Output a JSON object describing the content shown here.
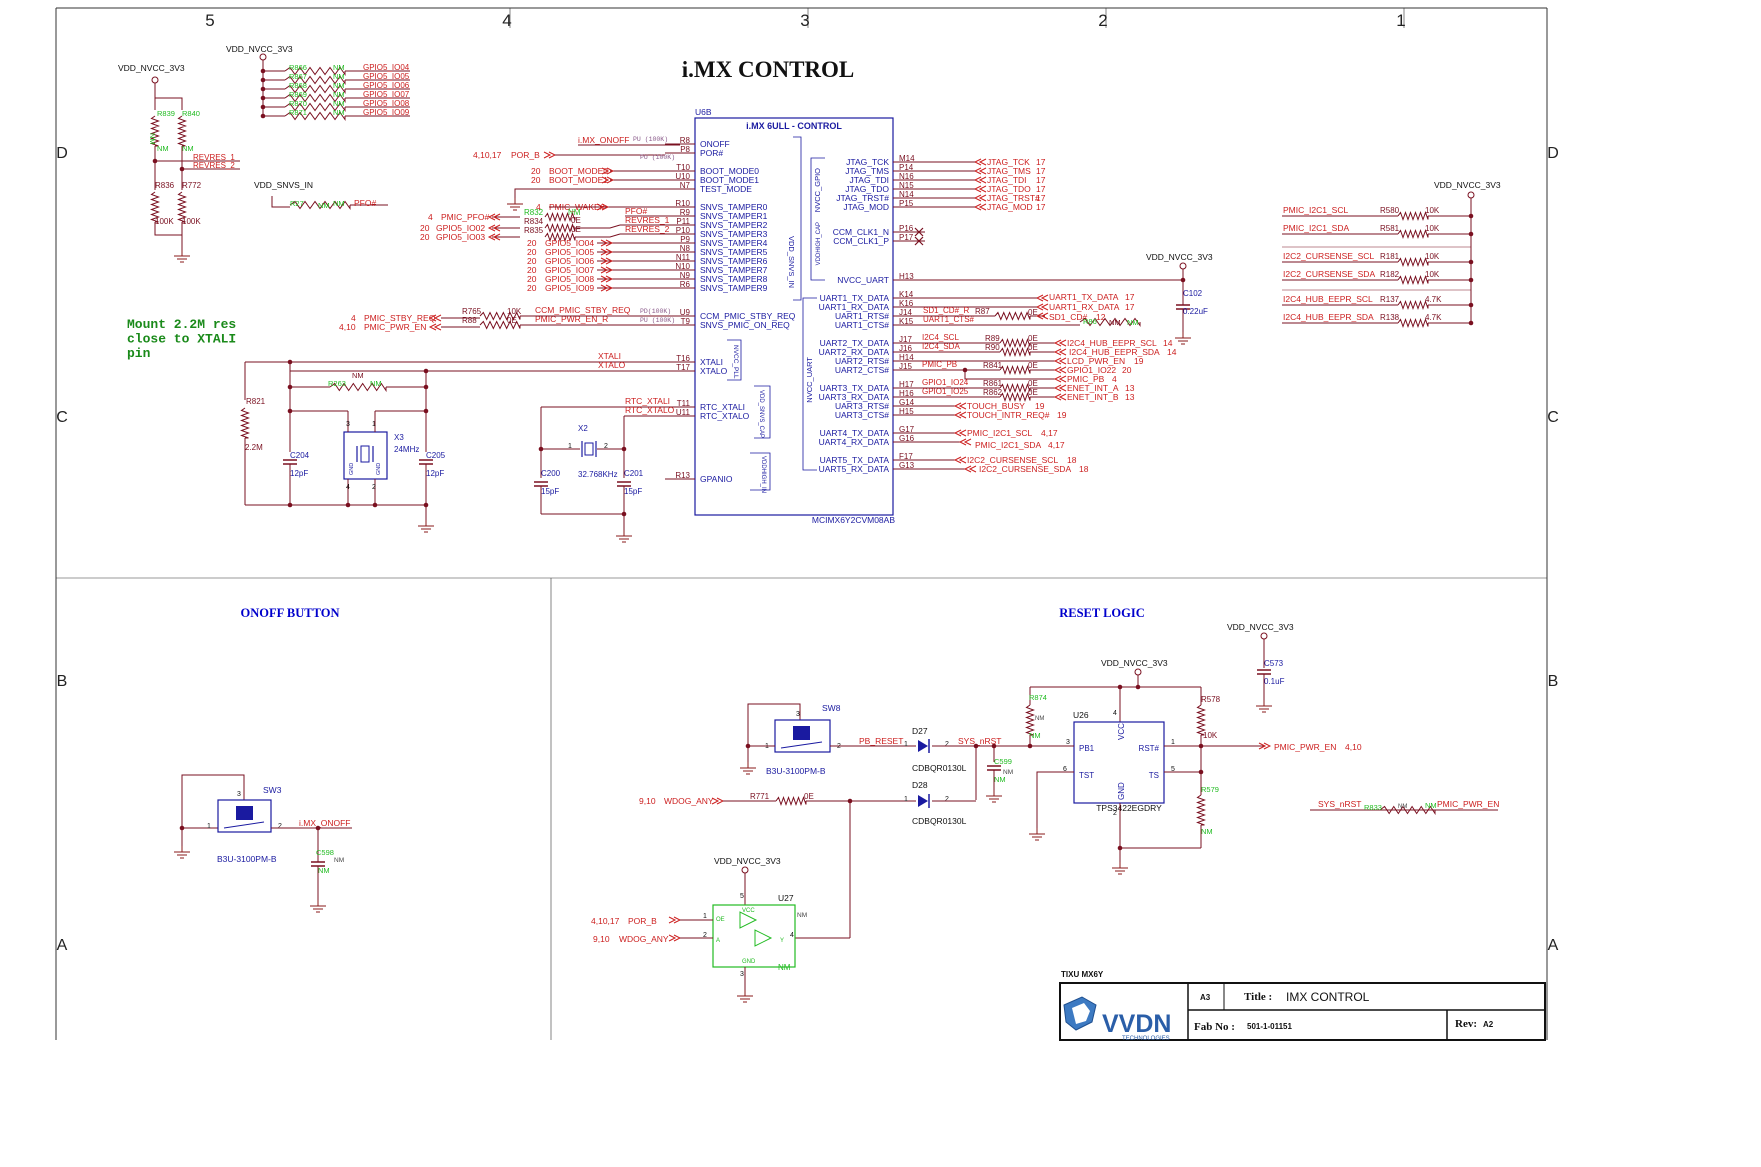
{
  "colors": {
    "wire": "#7a1020",
    "net": "#cc1f1f",
    "comp": "#1a1aa0",
    "nm": "#22bb22",
    "gnd": "#8a1a1a",
    "blue": "#0000cc",
    "green": "#1a8a1a",
    "frame": "#333333"
  },
  "frame": {
    "cols": [
      "5",
      "4",
      "3",
      "2",
      "1"
    ],
    "rows": [
      "D",
      "C",
      "B",
      "A"
    ]
  },
  "title": "i.MX CONTROL",
  "ic": {
    "ref": "U6B",
    "name": "i.MX 6ULL - CONTROL",
    "part": "MCIMX6Y2CVM08AB",
    "left_pins": [
      {
        "num": "R8",
        "name": "ONOFF"
      },
      {
        "num": "P8",
        "name": "POR#"
      },
      {
        "num": "T10",
        "name": "BOOT_MODE0"
      },
      {
        "num": "U10",
        "name": "BOOT_MODE1"
      },
      {
        "num": "N7",
        "name": "TEST_MODE"
      },
      {
        "num": "R10",
        "name": "SNVS_TAMPER0"
      },
      {
        "num": "R9",
        "name": "SNVS_TAMPER1"
      },
      {
        "num": "P11",
        "name": "SNVS_TAMPER2"
      },
      {
        "num": "P10",
        "name": "SNVS_TAMPER3"
      },
      {
        "num": "P9",
        "name": "SNVS_TAMPER4"
      },
      {
        "num": "N8",
        "name": "SNVS_TAMPER5"
      },
      {
        "num": "N11",
        "name": "SNVS_TAMPER6"
      },
      {
        "num": "N10",
        "name": "SNVS_TAMPER7"
      },
      {
        "num": "N9",
        "name": "SNVS_TAMPER8"
      },
      {
        "num": "R6",
        "name": "SNVS_TAMPER9"
      },
      {
        "num": "U9",
        "name": "CCM_PMIC_STBY_REQ"
      },
      {
        "num": "T9",
        "name": "SNVS_PMIC_ON_REQ"
      },
      {
        "num": "T16",
        "name": "XTALI"
      },
      {
        "num": "T17",
        "name": "XTALO"
      },
      {
        "num": "T11",
        "name": "RTC_XTALI"
      },
      {
        "num": "U11",
        "name": "RTC_XTALO"
      },
      {
        "num": "R13",
        "name": "GPANIO"
      }
    ],
    "right_pins": [
      {
        "num": "M14",
        "name": "JTAG_TCK"
      },
      {
        "num": "P14",
        "name": "JTAG_TMS"
      },
      {
        "num": "N16",
        "name": "JTAG_TDI"
      },
      {
        "num": "N15",
        "name": "JTAG_TDO"
      },
      {
        "num": "N14",
        "name": "JTAG_TRST#"
      },
      {
        "num": "P15",
        "name": "JTAG_MOD"
      },
      {
        "num": "P16",
        "name": "CCM_CLK1_N"
      },
      {
        "num": "P17",
        "name": "CCM_CLK1_P"
      },
      {
        "num": "H13",
        "name": "NVCC_UART"
      },
      {
        "num": "K14",
        "name": "UART1_TX_DATA"
      },
      {
        "num": "K16",
        "name": "UART1_RX_DATA"
      },
      {
        "num": "J14",
        "name": "UART1_RTS#"
      },
      {
        "num": "K15",
        "name": "UART1_CTS#"
      },
      {
        "num": "J17",
        "name": "UART2_TX_DATA"
      },
      {
        "num": "J16",
        "name": "UART2_RX_DATA"
      },
      {
        "num": "H14",
        "name": "UART2_RTS#"
      },
      {
        "num": "J15",
        "name": "UART2_CTS#"
      },
      {
        "num": "H17",
        "name": "UART3_TX_DATA"
      },
      {
        "num": "H16",
        "name": "UART3_RX_DATA"
      },
      {
        "num": "G14",
        "name": "UART3_RTS#"
      },
      {
        "num": "H15",
        "name": "UART3_CTS#"
      },
      {
        "num": "G17",
        "name": "UART4_TX_DATA"
      },
      {
        "num": "G16",
        "name": "UART4_RX_DATA"
      },
      {
        "num": "F17",
        "name": "UART5_TX_DATA"
      },
      {
        "num": "G13",
        "name": "UART5_RX_DATA"
      }
    ],
    "inner": [
      "VDD_SNVS_IN",
      "NVCC_GPIO",
      "VDDHIGH_CAP",
      "NVCC_PLL",
      "VDD_SNVS_CAP",
      "VDDHIGH_IN",
      "NVCC_UART"
    ]
  },
  "left_nets": [
    {
      "text": "i.MX_ONOFF",
      "extra": "PU (100K)"
    },
    {
      "text": "POR_B",
      "page": "4,10,17",
      "extra": "PU (100K)"
    },
    {
      "text": "BOOT_MODE0",
      "page": "20"
    },
    {
      "text": "BOOT_MODE1",
      "page": "20"
    },
    {
      "text": "PMIC_WAKE#",
      "page": "4"
    },
    {
      "text": "PFO#"
    },
    {
      "text": "REVRES_1"
    },
    {
      "text": "REVRES_2"
    },
    {
      "text": "GPIO5_IO04",
      "page": "20"
    },
    {
      "text": "GPIO5_IO05",
      "page": "20"
    },
    {
      "text": "GPIO5_IO06",
      "page": "20"
    },
    {
      "text": "GPIO5_IO07",
      "page": "20"
    },
    {
      "text": "GPIO5_IO08",
      "page": "20"
    },
    {
      "text": "GPIO5_IO09",
      "page": "20"
    },
    {
      "text": "CCM_PMIC_STBY_REQ",
      "extra": "PD(100K)"
    },
    {
      "text": "PMIC_PWR_EN_R",
      "extra": "PU (100K)"
    },
    {
      "text": "XTALI"
    },
    {
      "text": "XTALO"
    },
    {
      "text": "RTC_XTALI"
    },
    {
      "text": "RTC_XTALO"
    }
  ],
  "pfo": [
    {
      "page": "4",
      "text": "PMIC_PFO#"
    },
    {
      "page": "20",
      "text": "GPIO5_IO02"
    },
    {
      "page": "20",
      "text": "GPIO5_IO03"
    }
  ],
  "stby": [
    {
      "page": "4",
      "text": "PMIC_STBY_REQ"
    },
    {
      "page": "4,10",
      "text": "PMIC_PWR_EN"
    }
  ],
  "gpio_res": {
    "refs": [
      "R866",
      "R867",
      "R868",
      "R869",
      "R870",
      "R871"
    ],
    "nets": [
      "GPIO5_IO04",
      "GPIO5_IO05",
      "GPIO5_IO06",
      "GPIO5_IO07",
      "GPIO5_IO08",
      "GPIO5_IO09"
    ],
    "val": "NM"
  },
  "right_nets": [
    {
      "text": "JTAG_TCK",
      "page": "17"
    },
    {
      "text": "JTAG_TMS",
      "page": "17"
    },
    {
      "text": "JTAG_TDI",
      "page": "17"
    },
    {
      "text": "JTAG_TDO",
      "page": "17"
    },
    {
      "text": "JTAG_TRST#",
      "page": "17"
    },
    {
      "text": "JTAG_MOD",
      "page": "17"
    },
    {
      "text": "UART1_TX_DATA",
      "page": "17"
    },
    {
      "text": "UART1_RX_DATA",
      "page": "17"
    },
    {
      "text": "SD1_CD#",
      "page": "12"
    },
    {
      "text": "I2C4_HUB_EEPR_SCL",
      "page": "14"
    },
    {
      "text": "I2C4_HUB_EEPR_SDA",
      "page": "14"
    },
    {
      "text": "LCD_PWR_EN",
      "page": "19"
    },
    {
      "text": "GPIO1_IO22",
      "page": "20"
    },
    {
      "text": "PMIC_PB",
      "page": "4"
    },
    {
      "text": "ENET_INT_A",
      "page": "13"
    },
    {
      "text": "ENET_INT_B",
      "page": "13"
    },
    {
      "text": "TOUCH_BUSY",
      "page": "19"
    },
    {
      "text": "TOUCH_INTR_REQ#",
      "page": "19"
    },
    {
      "text": "PMIC_I2C1_SCL",
      "page": "4,17"
    },
    {
      "text": "PMIC_I2C1_SDA",
      "page": "4,17"
    },
    {
      "text": "I2C2_CURSENSE_SCL",
      "page": "18"
    },
    {
      "text": "I2C2_CURSENSE_SDA",
      "page": "18"
    }
  ],
  "right_mid": {
    "sd1_r": "SD1_CD#_R",
    "uart1_cts": "UART1_CTS#",
    "i2c4_scl": "I2C4_SCL",
    "i2c4_sda": "I2C4_SDA",
    "pmic_pb": "PMIC_PB",
    "gpio24": "GPIO1_IO24",
    "gpio25": "GPIO1_IO25",
    "r87": "R87",
    "r89": "R89",
    "r90": "R90",
    "r841": "R841",
    "r861": "R861",
    "r862": "R862",
    "r86": "R86",
    "val0": "0E",
    "nm": "NM"
  },
  "i2c_pull": {
    "rail": "VDD_NVCC_3V3",
    "rows": [
      {
        "net": "PMIC_I2C1_SCL",
        "ref": "R580",
        "val": "10K"
      },
      {
        "net": "PMIC_I2C1_SDA",
        "ref": "R581",
        "val": "10K"
      },
      {
        "net": "I2C2_CURSENSE_SCL",
        "ref": "R181",
        "val": "10K"
      },
      {
        "net": "I2C2_CURSENSE_SDA",
        "ref": "R182",
        "val": "10K"
      },
      {
        "net": "I2C4_HUB_EEPR_SCL",
        "ref": "R137",
        "val": "4.7K"
      },
      {
        "net": "I2C4_HUB_EEPR_SDA",
        "ref": "R138",
        "val": "4.7K"
      }
    ]
  },
  "c102": {
    "rail": "VDD_NVCC_3V3",
    "ref": "C102",
    "val": "0.22uF"
  },
  "rev": {
    "rail": "VDD_NVCC_3V3",
    "r839": "R839",
    "r840": "R840",
    "nm": "NM",
    "r836": "R836",
    "r772": "R772",
    "val": "100K",
    "n1": "REVRES_1",
    "n2": "REVRES_2"
  },
  "snvs": {
    "rail": "VDD_SNVS_IN",
    "ref": "R27",
    "nm": "NM",
    "net": "PFO#"
  },
  "misc": {
    "r765": "R765",
    "r765v": "10K",
    "r88": "R88",
    "r88v": "0E",
    "r834": "R834",
    "r835": "R835",
    "r833": "R833",
    "val0": "0E",
    "nm": "NM"
  },
  "gpio_rail": "VDD_NVCC_3V3",
  "note": "Mount 2.2M res\nclose to XTALI\npin",
  "xtal": {
    "r821": "R821",
    "r821v": "2.2M",
    "r263": "R263",
    "nm": "NM",
    "c204": "C204",
    "c205": "C205",
    "cv": "12pF",
    "x3": "X3",
    "x3v": "24MHz",
    "gnd": "GND",
    "x2": "X2",
    "x2v": "32.768KHz",
    "c200": "C200",
    "c201": "C201",
    "c2v": "15pF"
  },
  "onoff": {
    "title": "ONOFF BUTTON",
    "sw": "SW3",
    "part": "B3U-3100PM-B",
    "net": "i.MX_ONOFF",
    "cap": "C598",
    "nm": "NM"
  },
  "reset": {
    "title": "RESET LOGIC",
    "sw": "SW8",
    "swpart": "B3U-3100PM-B",
    "pb": "PB_RESET",
    "d27": "D27",
    "d28": "D28",
    "dpart": "CDBQR0130L",
    "sys": "SYS_nRST",
    "c599": "C599",
    "nm": "NM",
    "wd_page": "9,10",
    "wd": "WDOG_ANY",
    "r771": "R771",
    "r771v": "0E",
    "rail": "VDD_NVCC_3V3",
    "r874": "R874",
    "r578": "R578",
    "r578v": "10K",
    "r579": "R579",
    "u26": "U26",
    "u26part": "TPS3422EGDRY",
    "u26pins": {
      "pb1": "PB1",
      "vcc": "VCC",
      "rst": "RST#",
      "tst": "TST",
      "ts": "TS",
      "gnd": "GND"
    },
    "out": "PMIC_PWR_EN",
    "outpage": "4,10",
    "c573": "C573",
    "c573v": "0.1uF",
    "u27": "U27",
    "u27pins": {
      "vcc": "VCC",
      "a": "A",
      "y": "Y",
      "gnd": "GND",
      "oe": "OE"
    },
    "u27in1": "POR_B",
    "u27in1page": "4,10,17",
    "u27in2": "WDOG_ANY",
    "u27in2page": "9,10",
    "sysr833": "SYS_nRST",
    "r833": "R833",
    "pmicpwr": "PMIC_PWR_EN"
  },
  "titleblock": {
    "project": "TIXU MX6Y",
    "size": "A3",
    "title_label": "Title :",
    "title": "IMX CONTROL",
    "fab_label": "Fab No :",
    "fab": "501-1-01151",
    "rev_label": "Rev:",
    "rev": "A2",
    "logo": "VVDN",
    "logo_sub": "TECHNOLOGIES"
  }
}
